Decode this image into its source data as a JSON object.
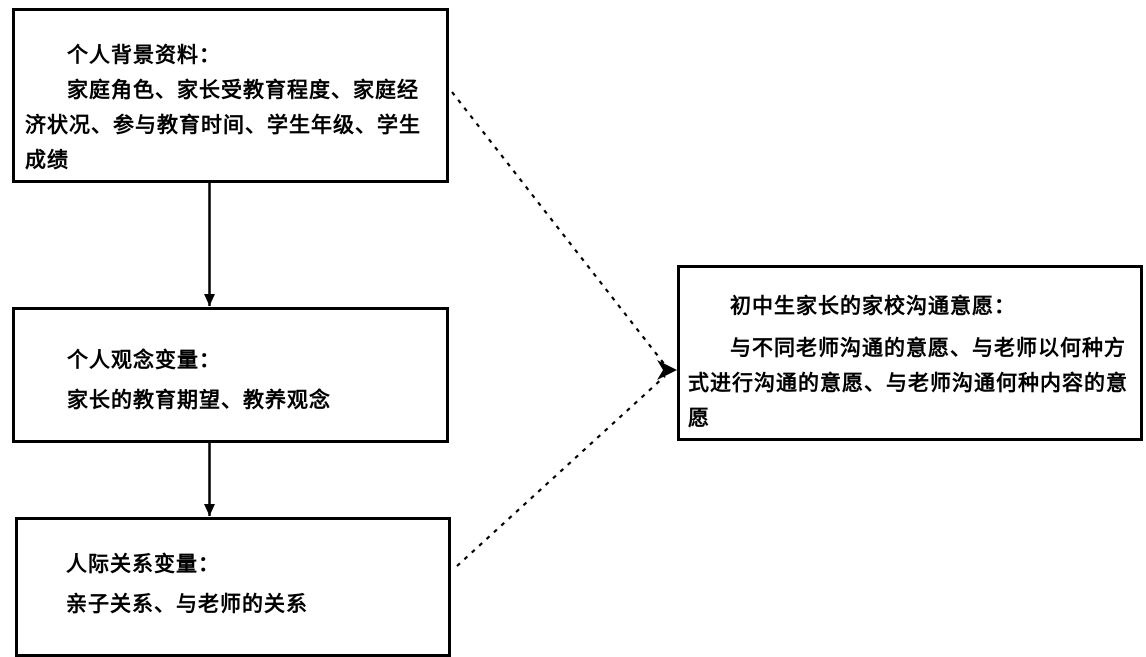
{
  "palette": {
    "ink": "#000000",
    "paper": "#ffffff"
  },
  "diagram": {
    "box_background": {
      "title": "个人背景资料：",
      "body": "家庭角色、家长受教育程度、家庭经济状况、参与教育时间、学生年级、学生成绩"
    },
    "box_beliefs": {
      "title": "个人观念变量：",
      "body": "家长的教育期望、教养观念"
    },
    "box_relations": {
      "title": "人际关系变量：",
      "body": "亲子关系、与老师的关系"
    },
    "box_outcome": {
      "title": "初中生家长的家校沟通意愿：",
      "body": "与不同老师沟通的意愿、与老师以何种方式进行沟通的意愿、与老师沟通何种内容的意愿"
    }
  }
}
